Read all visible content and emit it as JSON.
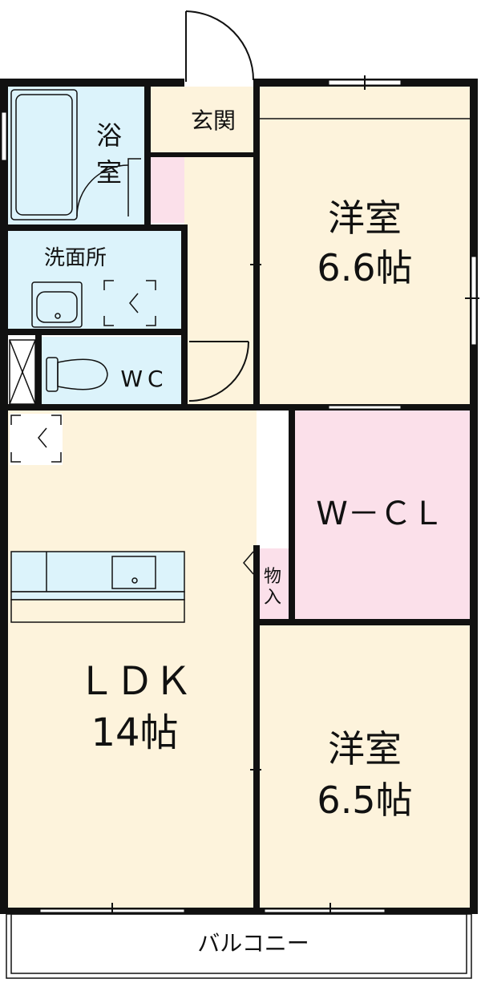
{
  "rooms": {
    "bath": {
      "line1": "浴",
      "line2": "室"
    },
    "entrance": "玄関",
    "washroom": "洗面所",
    "wc": "WC",
    "western_room_1": {
      "name": "洋室",
      "size": "6.6帖"
    },
    "wcl": "W－ＣＬ",
    "storage": {
      "line1": "物",
      "line2": "入"
    },
    "ldk": {
      "name": "ＬＤＫ",
      "size": "14帖"
    },
    "western_room_2": {
      "name": "洋室",
      "size": "6.5帖"
    },
    "balcony": "バルコニー"
  },
  "colors": {
    "wall": "#111111",
    "wood_floor": "#fdf3dc",
    "wet_area": "#dcf3fb",
    "closet": "#fbe0ea",
    "balcony": "#ffffff"
  }
}
